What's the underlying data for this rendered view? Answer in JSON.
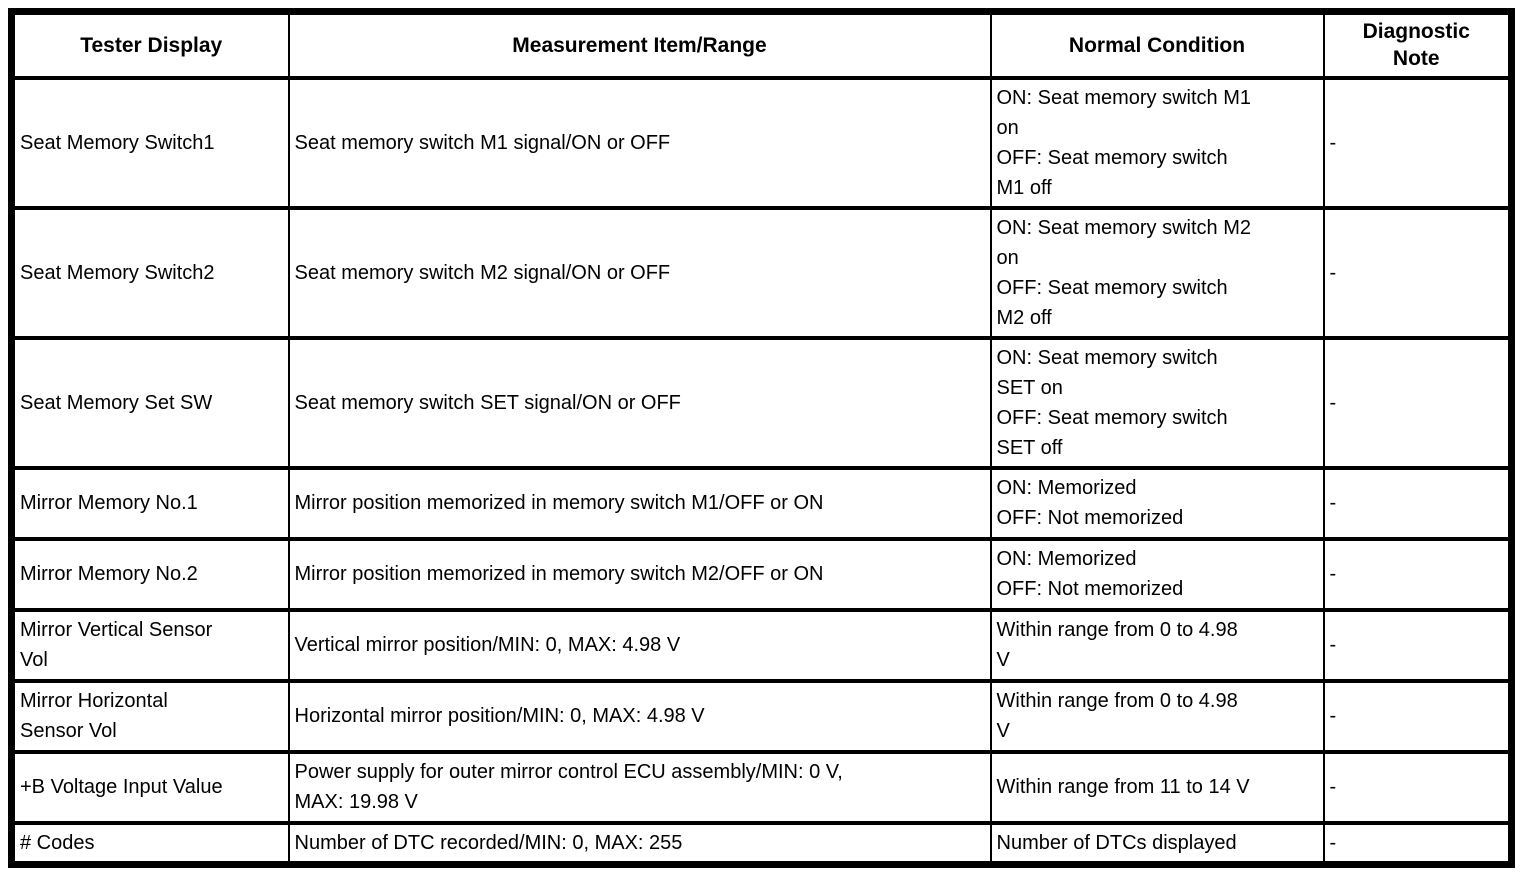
{
  "colors": {
    "text": "#000000",
    "border": "#000000",
    "background": "#ffffff"
  },
  "table": {
    "columns": [
      "Tester Display",
      "Measurement Item/Range",
      "Normal Condition",
      "Diagnostic\nNote"
    ],
    "rows": [
      {
        "tester_display": "Seat Memory Switch1",
        "measurement_item_range": "Seat memory switch M1 signal/ON or OFF",
        "normal_condition": "ON: Seat memory switch M1\non\nOFF: Seat memory switch\nM1 off",
        "diagnostic_note": "-"
      },
      {
        "tester_display": "Seat Memory Switch2",
        "measurement_item_range": "Seat memory switch M2 signal/ON or OFF",
        "normal_condition": "ON: Seat memory switch M2\non\nOFF: Seat memory switch\nM2 off",
        "diagnostic_note": "-"
      },
      {
        "tester_display": "Seat Memory Set SW",
        "measurement_item_range": "Seat memory switch SET signal/ON or OFF",
        "normal_condition": "ON: Seat memory switch\nSET on\nOFF: Seat memory switch\nSET off",
        "diagnostic_note": "-"
      },
      {
        "tester_display": "Mirror Memory No.1",
        "measurement_item_range": "Mirror position memorized in memory switch M1/OFF or ON",
        "normal_condition": "ON: Memorized\nOFF: Not memorized",
        "diagnostic_note": "-"
      },
      {
        "tester_display": "Mirror Memory No.2",
        "measurement_item_range": "Mirror position memorized in memory switch M2/OFF or ON",
        "normal_condition": "ON: Memorized\nOFF: Not memorized",
        "diagnostic_note": "-"
      },
      {
        "tester_display": "Mirror Vertical Sensor\nVol",
        "measurement_item_range": "Vertical mirror position/MIN: 0, MAX: 4.98 V",
        "normal_condition": "Within range from 0 to 4.98\nV",
        "diagnostic_note": "-"
      },
      {
        "tester_display": "Mirror Horizontal\nSensor Vol",
        "measurement_item_range": "Horizontal mirror position/MIN: 0, MAX: 4.98 V",
        "normal_condition": "Within range from 0 to 4.98\nV",
        "diagnostic_note": "-"
      },
      {
        "tester_display": "+B Voltage Input Value",
        "measurement_item_range": "Power supply for outer mirror control ECU assembly/MIN: 0 V,\nMAX: 19.98 V",
        "normal_condition": "Within range from 11 to 14 V",
        "diagnostic_note": "-"
      },
      {
        "tester_display": "# Codes",
        "measurement_item_range": "Number of DTC recorded/MIN: 0, MAX: 255",
        "normal_condition": "Number of DTCs displayed",
        "diagnostic_note": "-"
      }
    ]
  }
}
